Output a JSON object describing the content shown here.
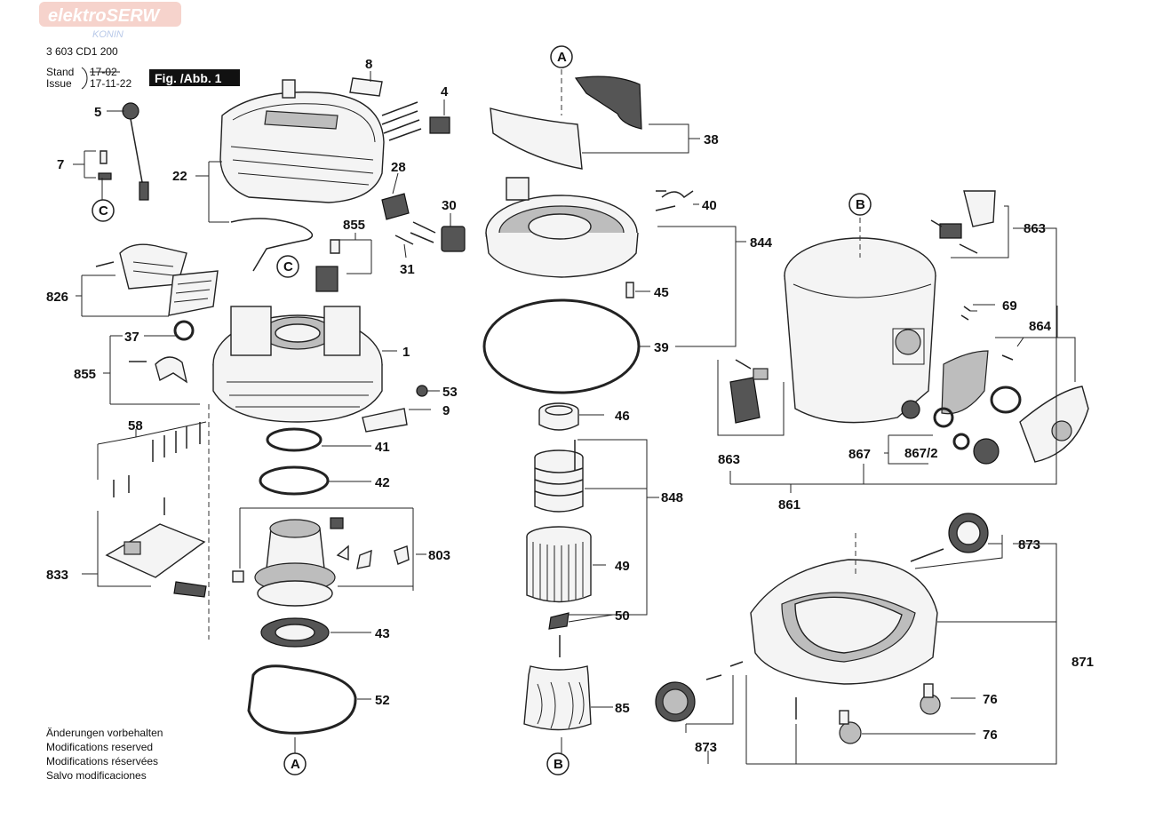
{
  "header": {
    "watermark": "elektroSERW",
    "watermark_sub": "KONIN",
    "part_number": "3 603 CD1 200",
    "stand_label": "Stand",
    "issue_label": "Issue",
    "stand_date_old": "17-02",
    "issue_date": "17-11-22",
    "figure_label": "Fig. /Abb. 1"
  },
  "footer": {
    "notes": [
      "Änderungen vorbehalten",
      "Modifications reserved",
      "Modifications réservées",
      "Salvo modificaciones"
    ]
  },
  "connectors": {
    "a": "A",
    "b": "B",
    "c": "C"
  },
  "callouts": {
    "c8": "8",
    "c4": "4",
    "c5": "5",
    "c7": "7",
    "c22": "22",
    "c28": "28",
    "c30": "30",
    "c855a": "855",
    "c31": "31",
    "c826": "826",
    "c37": "37",
    "c855b": "855",
    "c1": "1",
    "c53": "53",
    "c9": "9",
    "c58": "58",
    "c41": "41",
    "c42": "42",
    "c833": "833",
    "c803": "803",
    "c43": "43",
    "c52": "52",
    "c38": "38",
    "c40": "40",
    "c844": "844",
    "c45": "45",
    "c39": "39",
    "c46": "46",
    "c848": "848",
    "c49": "49",
    "c50": "50",
    "c85": "85",
    "c863a": "863",
    "c69": "69",
    "c864": "864",
    "c863b": "863",
    "c867_2": "867/2",
    "c867": "867",
    "c861": "861",
    "c873a": "873",
    "c871": "871",
    "c76a": "76",
    "c76b": "76",
    "c873b": "873"
  }
}
